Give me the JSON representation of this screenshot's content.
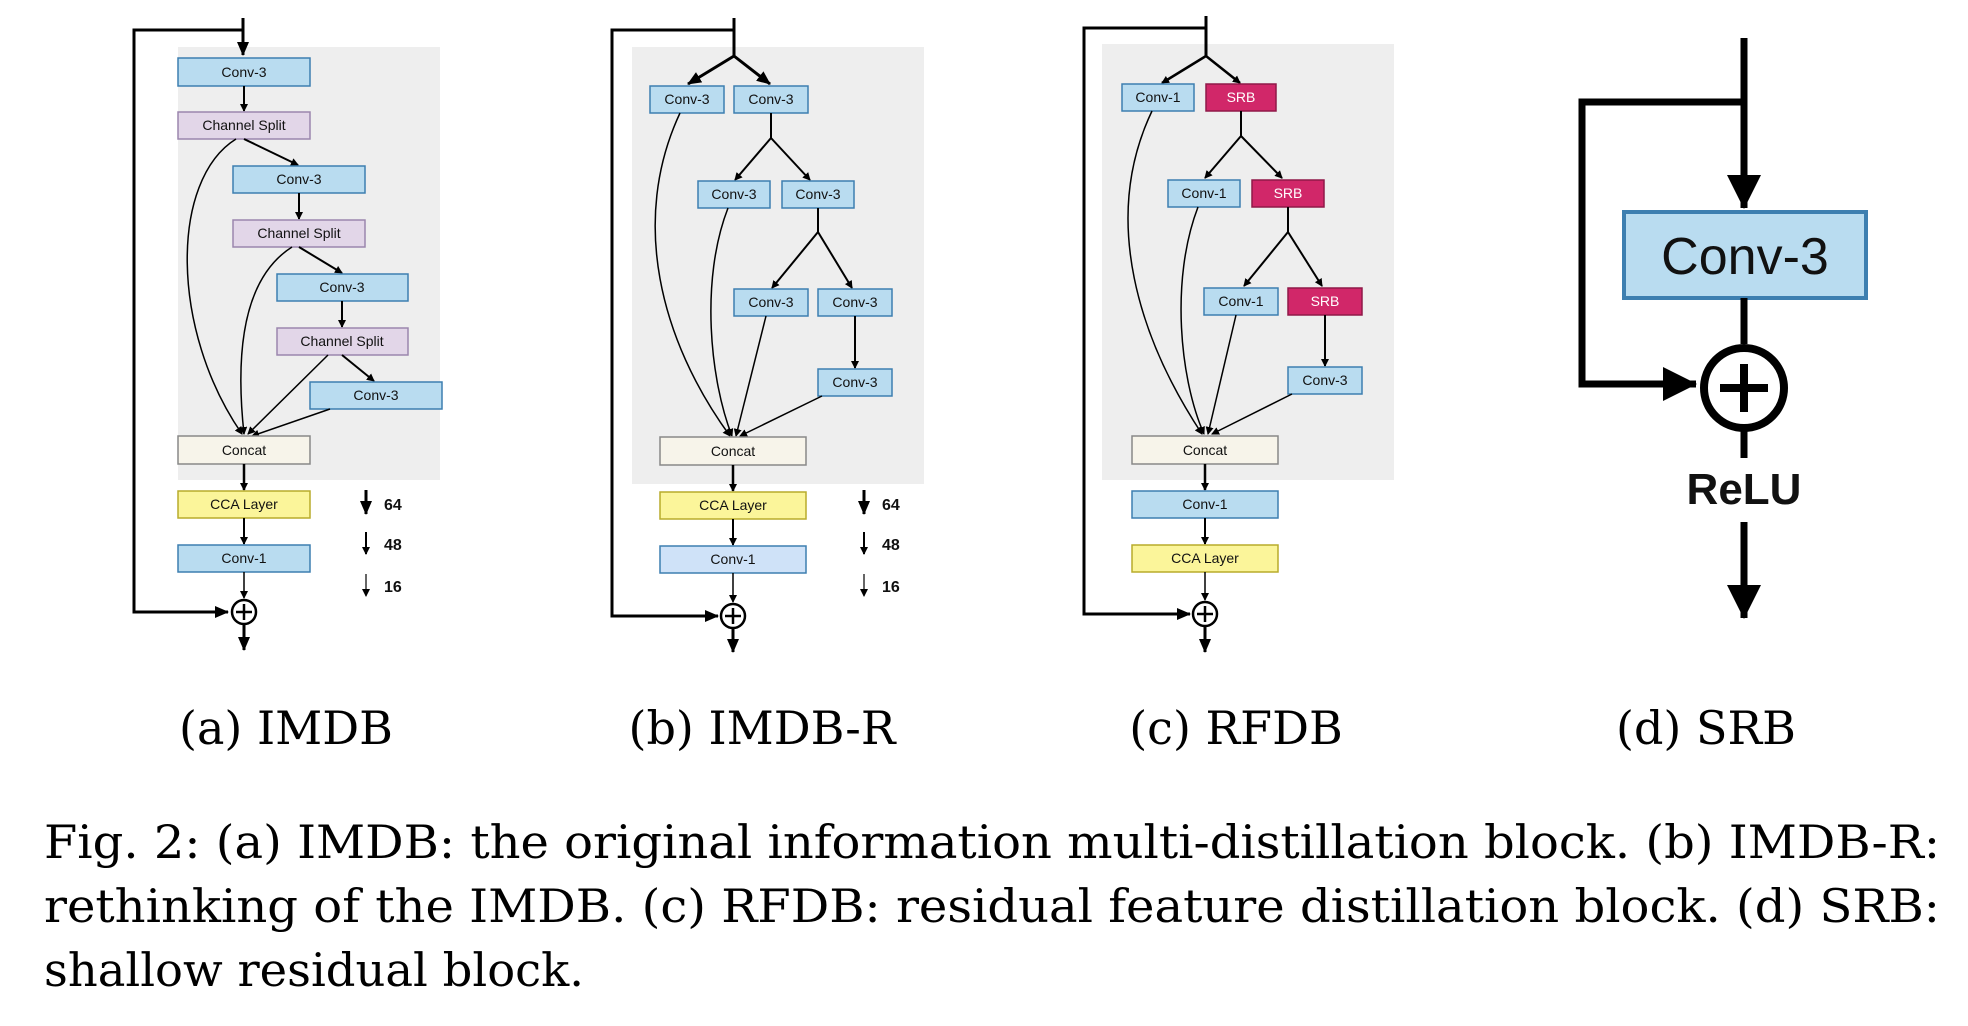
{
  "panels": {
    "imdb": {
      "caption": "(a) IMDB",
      "blocks": {
        "conv3_1": "Conv-3",
        "split_1": "Channel Split",
        "conv3_2": "Conv-3",
        "split_2": "Channel Split",
        "conv3_3": "Conv-3",
        "split_3": "Channel Split",
        "conv3_4": "Conv-3",
        "concat": "Concat",
        "cca": "CCA Layer",
        "conv1": "Conv-1"
      },
      "legend": [
        "64",
        "48",
        "16"
      ]
    },
    "imdb_r": {
      "caption": "(b) IMDB-R",
      "blocks": {
        "conv3_a": "Conv-3",
        "conv3_b": "Conv-3",
        "conv3_c": "Conv-3",
        "conv3_d": "Conv-3",
        "conv3_e": "Conv-3",
        "conv3_f": "Conv-3",
        "conv3_g": "Conv-3",
        "concat": "Concat",
        "cca": "CCA Layer",
        "conv1": "Conv-1"
      },
      "legend": [
        "64",
        "48",
        "16"
      ]
    },
    "rfdb": {
      "caption": "(c) RFDB",
      "blocks": {
        "conv1_a": "Conv-1",
        "srb_a": "SRB",
        "conv1_b": "Conv-1",
        "srb_b": "SRB",
        "conv1_c": "Conv-1",
        "srb_c": "SRB",
        "conv3": "Conv-3",
        "concat": "Concat",
        "conv1_out": "Conv-1",
        "cca": "CCA Layer"
      }
    },
    "srb": {
      "caption": "(d) SRB",
      "conv": "Conv-3",
      "activation": "ReLU"
    }
  },
  "caption_lines": [
    "Fig. 2: (a) IMDB: the original information multi-distillation block. (b) IMDB-R:",
    "rethinking of the IMDB. (c) RFDB: residual feature distillation block. (d) SRB:",
    "shallow residual block."
  ],
  "colors": {
    "conv": "#b9dcf0",
    "conv_stroke": "#3d7fb0",
    "split": "#e2d6e8",
    "concat": "#f7f4ea",
    "cca": "#fbf59a",
    "srb": "#d12769",
    "panel_bg": "#eeeeee"
  }
}
